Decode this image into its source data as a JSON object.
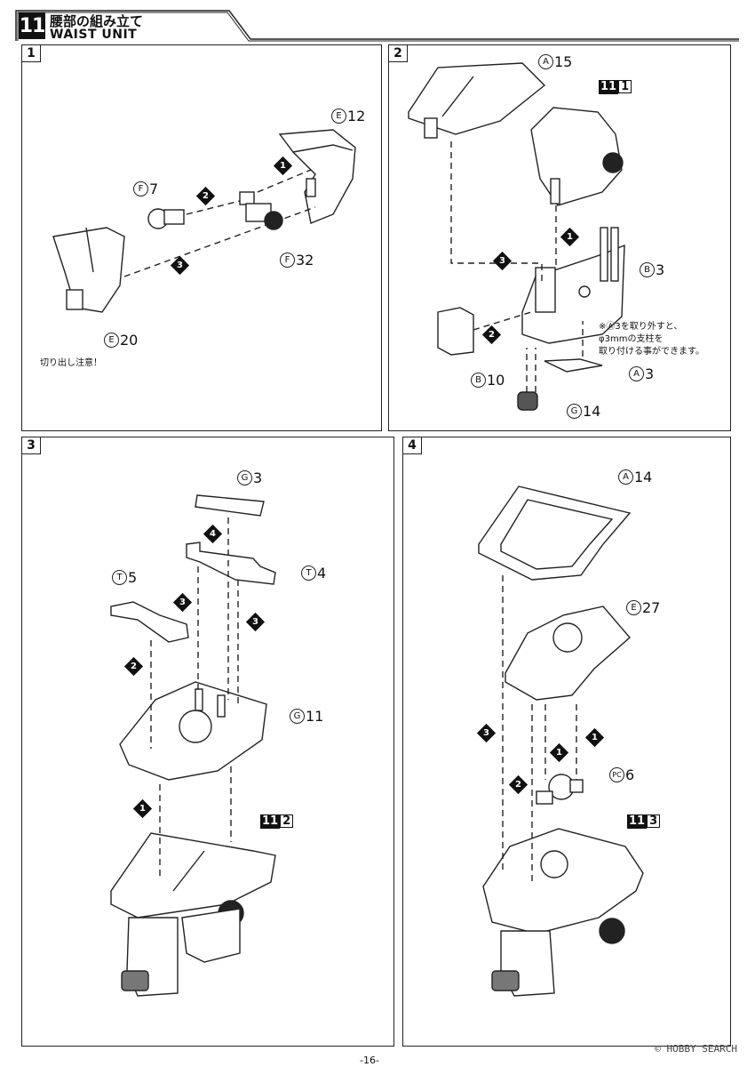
{
  "header": {
    "step_number": "11",
    "title_jp": "腰部の組み立て",
    "title_en": "WAIST UNIT"
  },
  "panels": [
    {
      "number": "1",
      "parts": [
        {
          "circle": "E",
          "num": "12"
        },
        {
          "circle": "F",
          "num": "7"
        },
        {
          "circle": "F",
          "num": "32"
        },
        {
          "circle": "E",
          "num": "20"
        }
      ],
      "steps": [
        "1",
        "2",
        "3"
      ],
      "caution": "切り出し注意！"
    },
    {
      "number": "2",
      "parts": [
        {
          "circle": "A",
          "num": "15"
        },
        {
          "circle": "B",
          "num": "3"
        },
        {
          "circle": "B",
          "num": "10"
        },
        {
          "circle": "A",
          "num": "3"
        },
        {
          "circle": "G",
          "num": "14"
        }
      ],
      "ref": {
        "a": "11",
        "b": "1"
      },
      "steps": [
        "1",
        "2",
        "3"
      ],
      "note": [
        "※Ⓐ3を取り外すと、",
        "φ3mmの支柱を",
        "取り付ける事ができます。"
      ]
    },
    {
      "number": "3",
      "parts": [
        {
          "circle": "G",
          "num": "3"
        },
        {
          "circle": "T",
          "num": "4"
        },
        {
          "circle": "T",
          "num": "5"
        },
        {
          "circle": "G",
          "num": "11"
        }
      ],
      "ref": {
        "a": "11",
        "b": "2"
      },
      "steps": [
        "4",
        "3",
        "3",
        "2",
        "1"
      ]
    },
    {
      "number": "4",
      "parts": [
        {
          "circle": "A",
          "num": "14"
        },
        {
          "circle": "E",
          "num": "27"
        },
        {
          "circle": "PC",
          "num": "6"
        }
      ],
      "ref": {
        "a": "11",
        "b": "3"
      },
      "steps": [
        "3",
        "1",
        "1",
        "2"
      ]
    }
  ],
  "footer": {
    "page": "-16-",
    "watermark": "© HOBBY SEARCH"
  }
}
